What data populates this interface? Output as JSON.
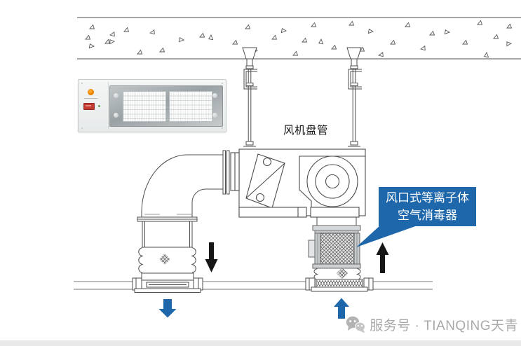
{
  "diagram": {
    "fan_coil_label": "风机盘管",
    "callout": {
      "line1": "风口式等离子体",
      "line2": "空气消毒器"
    },
    "icons": {
      "supply_duct_flow": "black-down-arrow-icon",
      "return_duct_flow": "black-up-arrow-icon",
      "supply_diffuser_flow": "blue-down-arrow-icon",
      "return_grille_flow": "blue-up-arrow-icon"
    }
  },
  "product_photo": {
    "indicator_led_color": "#f08200",
    "switch_color": "#c23b33"
  },
  "colors": {
    "accent_blue": "#1e67ab",
    "drawing_line": "#4d4d4d",
    "watermark_gray": "#a9a9a9",
    "bottom_bar_gray": "#e9e9e9"
  },
  "watermark": {
    "icon": "wechat-icon",
    "text": "服务号 · TIANQING天青"
  }
}
